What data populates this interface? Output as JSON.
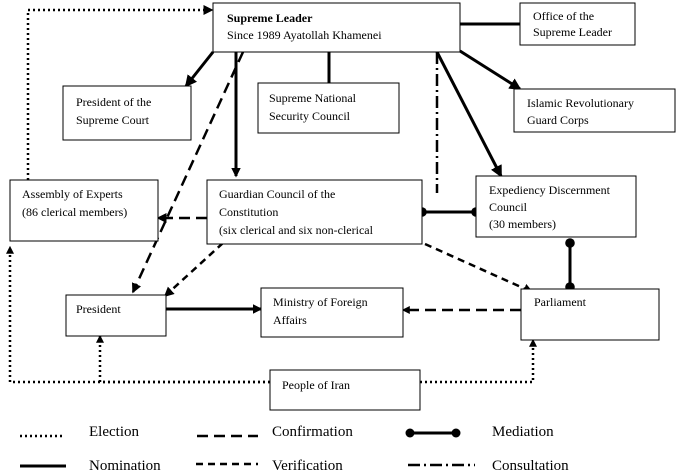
{
  "nodes": {
    "supreme_leader": {
      "title": "Supreme Leader",
      "subtitle": "Since 1989 Ayatollah Khamenei"
    },
    "office_supreme_leader": {
      "lines": [
        "Office of the",
        "Supreme Leader"
      ]
    },
    "president_supreme_court": {
      "lines": [
        "President of the",
        "Supreme Court"
      ]
    },
    "snsc": {
      "lines": [
        "Supreme National",
        "Security Council"
      ]
    },
    "irgc": {
      "lines": [
        "Islamic Revolutionary",
        "Guard Corps"
      ]
    },
    "assembly_experts": {
      "lines": [
        "Assembly of Experts",
        "(86 clerical members)"
      ]
    },
    "guardian_council": {
      "lines": [
        "Guardian Council of the",
        "Constitution",
        "(six clerical and six non-clerical"
      ]
    },
    "expediency_council": {
      "lines": [
        "Expediency Discernment",
        "Council",
        "(30 members)"
      ]
    },
    "president": {
      "lines": [
        "President"
      ]
    },
    "mofa": {
      "lines": [
        "Ministry of Foreign",
        "Affairs"
      ]
    },
    "parliament": {
      "lines": [
        "Parliament"
      ]
    },
    "people": {
      "lines": [
        "People of Iran"
      ]
    }
  },
  "legend": {
    "election": "Election",
    "confirmation": "Confirmation",
    "mediation": "Mediation",
    "nomination": "Nomination",
    "verification": "Verification",
    "consultation": "Consultation"
  }
}
